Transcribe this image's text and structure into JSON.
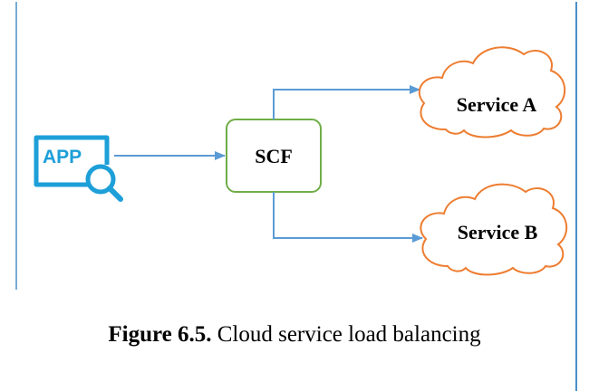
{
  "diagram": {
    "app_icon_label": "APP",
    "center_node": "SCF",
    "service_a": "Service A",
    "service_b": "Service B",
    "colors": {
      "arrow": "#5b9bd5",
      "center_border": "#70ad47",
      "cloud": "#ed7d31",
      "app_icon": "#1d9fd8",
      "frame": "#4a90c8"
    },
    "icon": "app-search-icon"
  },
  "caption": {
    "number": "Figure 6.5.",
    "text": "Cloud service load balancing"
  }
}
